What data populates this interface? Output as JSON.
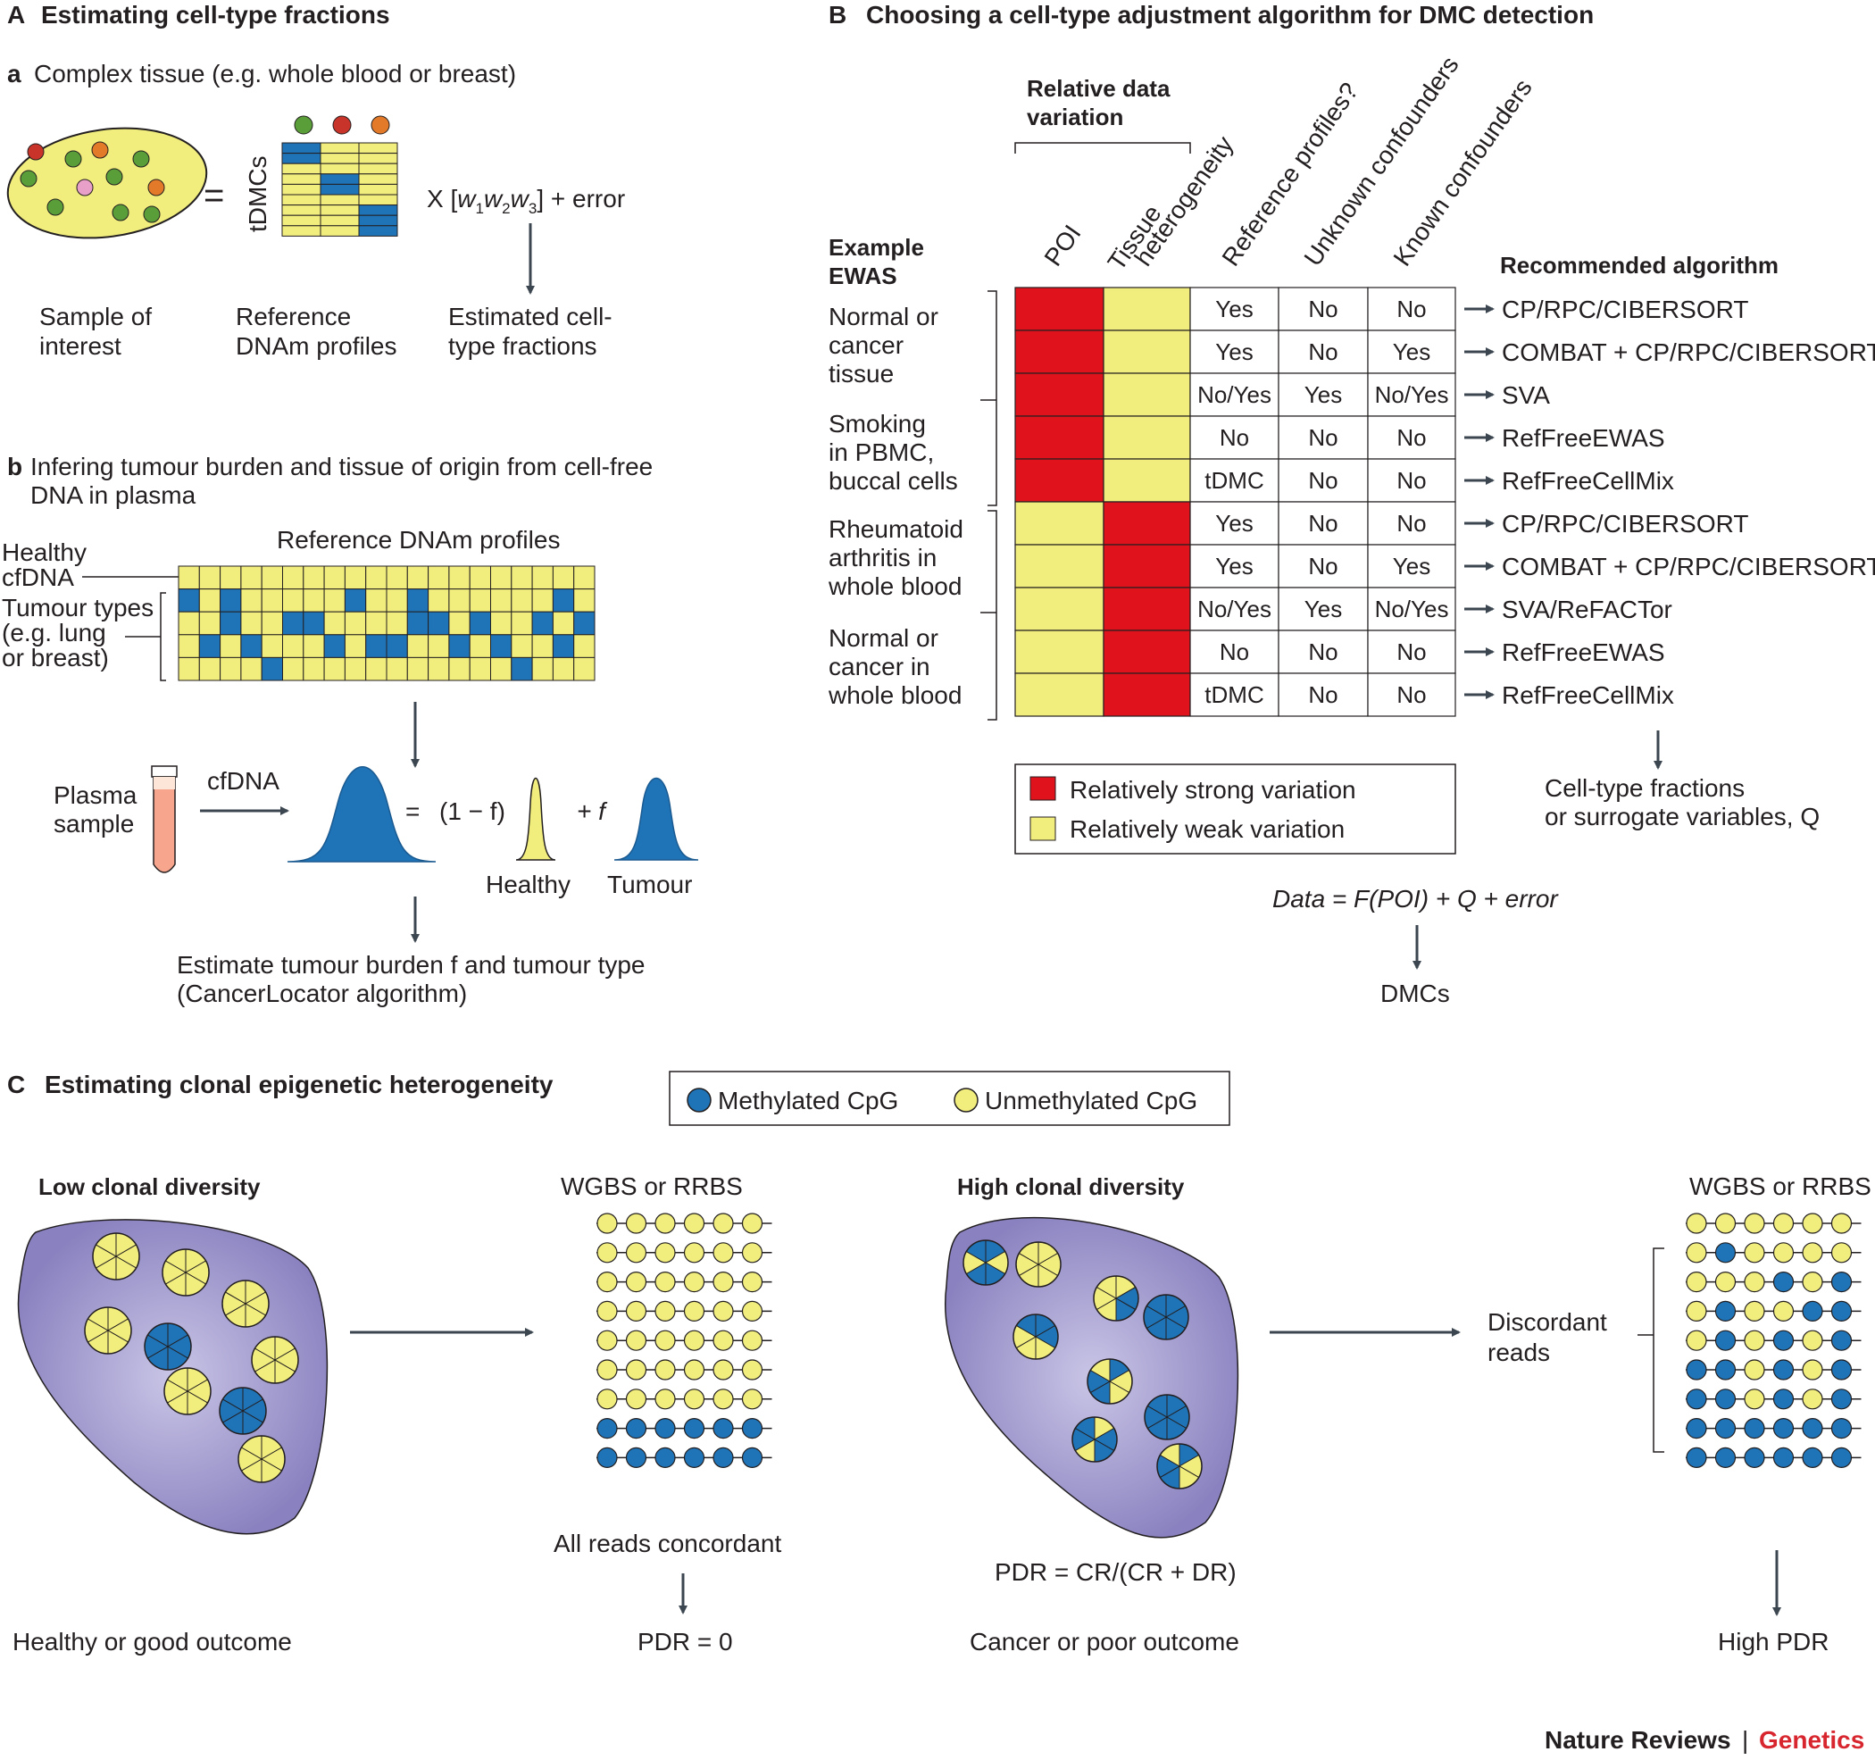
{
  "panelA": {
    "title_letter": "A",
    "title": "Estimating cell-type fractions",
    "sub_letter": "a",
    "subtitle": "Complex tissue (e.g. whole blood or breast)",
    "equals": "=",
    "tdmcs_label": "tDMCs",
    "equation": {
      "prefix": "X [",
      "w": "w",
      "s1": "1",
      "s2": "2",
      "s3": "3",
      "suffix": "] + error"
    },
    "sample_label": [
      "Sample of",
      "interest"
    ],
    "reference_label": [
      "Reference",
      "DNAm profiles"
    ],
    "estimated_label": [
      "Estimated cell-",
      "type fractions"
    ],
    "cell_colors": [
      "#5a9e3a",
      "#c8342a",
      "#e27a2a"
    ],
    "ref_pattern": [
      [
        1,
        0,
        0
      ],
      [
        1,
        0,
        0
      ],
      [
        0,
        0,
        0
      ],
      [
        0,
        1,
        0
      ],
      [
        0,
        1,
        0
      ],
      [
        0,
        0,
        0
      ],
      [
        0,
        0,
        1
      ],
      [
        0,
        0,
        1
      ],
      [
        0,
        0,
        1
      ]
    ]
  },
  "panelB_sub": {
    "sub_letter": "b",
    "title": [
      "Infering tumour burden and tissue of origin from cell-free",
      "DNA in plasma"
    ],
    "grid_title": "Reference DNAm profiles",
    "healthy_label": [
      "Healthy",
      "cfDNA"
    ],
    "tumour_label": [
      "Tumour types",
      "(e.g. lung",
      "or breast)"
    ],
    "plasma_label": [
      "Plasma",
      "sample"
    ],
    "cfdna_label": "cfDNA",
    "eq_equals": "=",
    "eq_one_minus": "(1 − f)",
    "eq_plus_f": "+ f",
    "healthy_curve_label": "Healthy",
    "tumour_curve_label": "Tumour",
    "estimate": [
      "Estimate tumour burden f and tumour type",
      "(CancerLocator algorithm)"
    ],
    "grid_pattern": [
      [
        0,
        0,
        0,
        0,
        0,
        0,
        0,
        0,
        0,
        0,
        0,
        0,
        0,
        0,
        0,
        0,
        0,
        0,
        0,
        0
      ],
      [
        1,
        0,
        1,
        0,
        0,
        0,
        0,
        0,
        1,
        0,
        0,
        1,
        0,
        0,
        0,
        0,
        0,
        0,
        1,
        0
      ],
      [
        0,
        0,
        1,
        0,
        0,
        1,
        1,
        0,
        0,
        0,
        0,
        1,
        1,
        0,
        1,
        0,
        0,
        1,
        0,
        1
      ],
      [
        0,
        1,
        0,
        1,
        0,
        0,
        0,
        1,
        0,
        1,
        1,
        0,
        0,
        1,
        0,
        1,
        0,
        0,
        1,
        0
      ],
      [
        0,
        0,
        0,
        0,
        1,
        0,
        0,
        0,
        0,
        0,
        0,
        0,
        0,
        0,
        0,
        0,
        1,
        0,
        0,
        0
      ]
    ]
  },
  "panelB": {
    "title_letter": "B",
    "title": "Choosing a cell-type adjustment algorithm for DMC detection",
    "relative_label": [
      "Relative data",
      "variation"
    ],
    "example_label": [
      "Example",
      "EWAS"
    ],
    "col_headers": [
      "POI",
      "Tissue",
      "heterogeneity",
      "Reference profiles?",
      "Unknown confounders",
      "Known confounders"
    ],
    "recommended_label": "Recommended algorithm",
    "groups": [
      [
        "Normal or",
        "cancer",
        "tissue"
      ],
      [
        "Smoking",
        "in PBMC,",
        "buccal cells"
      ],
      [
        "Rheumatoid",
        "arthritis in",
        "whole blood"
      ],
      [
        "Normal or",
        "cancer in",
        "whole blood"
      ]
    ],
    "rows": [
      {
        "poi": "strong",
        "tissue": "weak",
        "ref": "Yes",
        "unknown": "No",
        "known": "No",
        "algorithm": "CP/RPC/CIBERSORT"
      },
      {
        "poi": "strong",
        "tissue": "weak",
        "ref": "Yes",
        "unknown": "No",
        "known": "Yes",
        "algorithm": "COMBAT + CP/RPC/CIBERSORT"
      },
      {
        "poi": "strong",
        "tissue": "weak",
        "ref": "No/Yes",
        "unknown": "Yes",
        "known": "No/Yes",
        "algorithm": "SVA"
      },
      {
        "poi": "strong",
        "tissue": "weak",
        "ref": "No",
        "unknown": "No",
        "known": "No",
        "algorithm": "RefFreeEWAS"
      },
      {
        "poi": "strong",
        "tissue": "weak",
        "ref": "tDMC",
        "unknown": "No",
        "known": "No",
        "algorithm": "RefFreeCellMix"
      },
      {
        "poi": "weak",
        "tissue": "strong",
        "ref": "Yes",
        "unknown": "No",
        "known": "No",
        "algorithm": "CP/RPC/CIBERSORT"
      },
      {
        "poi": "weak",
        "tissue": "strong",
        "ref": "Yes",
        "unknown": "No",
        "known": "Yes",
        "algorithm": "COMBAT + CP/RPC/CIBERSORT"
      },
      {
        "poi": "weak",
        "tissue": "strong",
        "ref": "No/Yes",
        "unknown": "Yes",
        "known": "No/Yes",
        "algorithm": "SVA/ReFACTor"
      },
      {
        "poi": "weak",
        "tissue": "strong",
        "ref": "No",
        "unknown": "No",
        "known": "No",
        "algorithm": "RefFreeEWAS"
      },
      {
        "poi": "weak",
        "tissue": "strong",
        "ref": "tDMC",
        "unknown": "No",
        "known": "No",
        "algorithm": "RefFreeCellMix"
      }
    ],
    "legend_strong": "Relatively strong variation",
    "legend_weak": "Relatively weak variation",
    "output_label": [
      "Cell-type fractions",
      "or surrogate variables, Q"
    ],
    "model": "Data = F(POI) + Q + error",
    "dmcs": "DMCs"
  },
  "panelC": {
    "title_letter": "C",
    "title": "Estimating clonal epigenetic heterogeneity",
    "legend_methylated": "Methylated CpG",
    "legend_unmethylated": "Unmethylated CpG",
    "low_title": "Low clonal diversity",
    "high_title": "High clonal diversity",
    "wgbs_left": "WGBS or RRBS",
    "wgbs_right": "WGBS or RRBS",
    "all_concordant": "All reads concordant",
    "pdr_zero": "PDR = 0",
    "healthy_outcome": "Healthy or good outcome",
    "pdr_formula": "PDR = CR/(CR + DR)",
    "cancer_outcome": "Cancer or poor outcome",
    "discordant": [
      "Discordant",
      "reads"
    ],
    "high_pdr": "High PDR",
    "reads_left": [
      [
        0,
        0,
        0,
        0,
        0,
        0
      ],
      [
        0,
        0,
        0,
        0,
        0,
        0
      ],
      [
        0,
        0,
        0,
        0,
        0,
        0
      ],
      [
        0,
        0,
        0,
        0,
        0,
        0
      ],
      [
        0,
        0,
        0,
        0,
        0,
        0
      ],
      [
        0,
        0,
        0,
        0,
        0,
        0
      ],
      [
        0,
        0,
        0,
        0,
        0,
        0
      ],
      [
        1,
        1,
        1,
        1,
        1,
        1
      ],
      [
        1,
        1,
        1,
        1,
        1,
        1
      ]
    ],
    "reads_right": [
      [
        0,
        0,
        0,
        0,
        0,
        0
      ],
      [
        0,
        1,
        0,
        0,
        0,
        0
      ],
      [
        0,
        0,
        0,
        1,
        0,
        1
      ],
      [
        0,
        1,
        0,
        0,
        1,
        1
      ],
      [
        0,
        1,
        0,
        1,
        0,
        1
      ],
      [
        1,
        1,
        0,
        1,
        0,
        1
      ],
      [
        1,
        1,
        0,
        1,
        0,
        1
      ],
      [
        1,
        1,
        1,
        1,
        1,
        1
      ],
      [
        1,
        1,
        1,
        1,
        1,
        1
      ]
    ]
  },
  "footer": {
    "journal": "Nature Reviews",
    "separator": "|",
    "section": "Genetics"
  },
  "colors": {
    "blue": "#1f73b7",
    "yellow": "#f2ee7d",
    "red": "#e0121c",
    "green": "#5a9e3a",
    "purple": "#8e86c3",
    "brand_red": "#d8262f"
  }
}
